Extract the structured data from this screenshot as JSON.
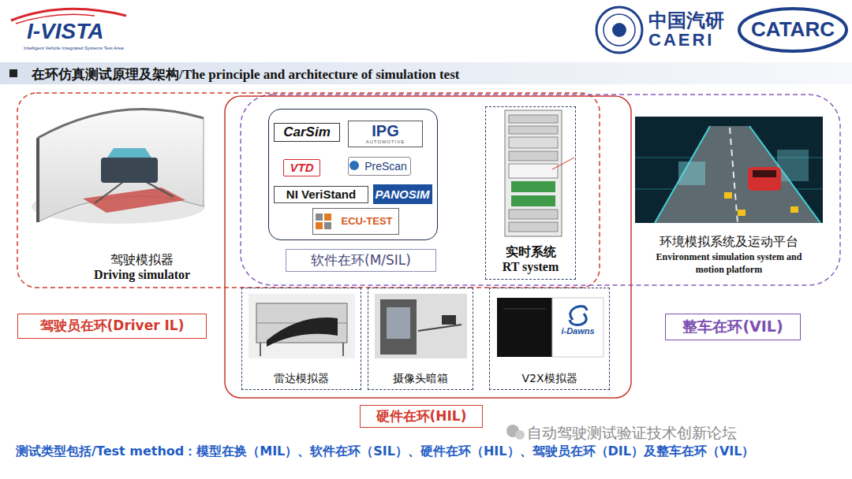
{
  "diagram": {
    "title": "在环仿真测试原理及架构/The principle and architecture of simulation test",
    "caption": "测试类型包括/Test method：模型在换（MIL）、软件在环（SIL）、硬件在环（HIL）、驾驶员在环（DIL）及整车在环（VIL）",
    "nodes": [
      {
        "text": []
      },
      {
        "text": [
          "CarSim"
        ],
        "in": 0
      },
      {
        "text": [
          "IPG",
          "AUTOMOTIVE"
        ],
        "in": 0
      },
      {
        "text": [
          "VTD"
        ],
        "in": 0
      },
      {
        "text": [
          "PreScan"
        ],
        "in": 0
      },
      {
        "text": [
          "NI VeriStand"
        ],
        "in": 0
      },
      {
        "text": [
          "PANOSIM"
        ],
        "in": 0
      },
      {
        "text": [
          "ECU-TEST"
        ],
        "in": 0
      },
      {
        "text": [
          "实时系统",
          "RT system"
        ]
      },
      {
        "text": [
          "软件在环(M/SIL)"
        ]
      },
      {
        "text": [
          "驾驶员在环(Driver IL)"
        ]
      },
      {
        "text": [
          "雷达模拟器"
        ]
      },
      {
        "text": [
          "摄像头暗箱"
        ]
      },
      {
        "text": [
          "V2X模拟器"
        ]
      },
      {
        "text": [
          "整车在环(VIL)"
        ]
      },
      {
        "text": [
          "硬件在环(HIL)"
        ]
      }
    ],
    "labels": [
      "I-VISTA",
      "Intelligent Vehicle Integrated Systems Test Area",
      "中国汽研",
      "CAERI",
      "CATARC",
      "驾驶模拟器",
      "Driving simulator",
      "环境模拟系统及运动平台",
      "Environment simulation system and motion platform",
      "i-Dawns",
      "自动驾驶测试验证技术创新论坛"
    ]
  }
}
